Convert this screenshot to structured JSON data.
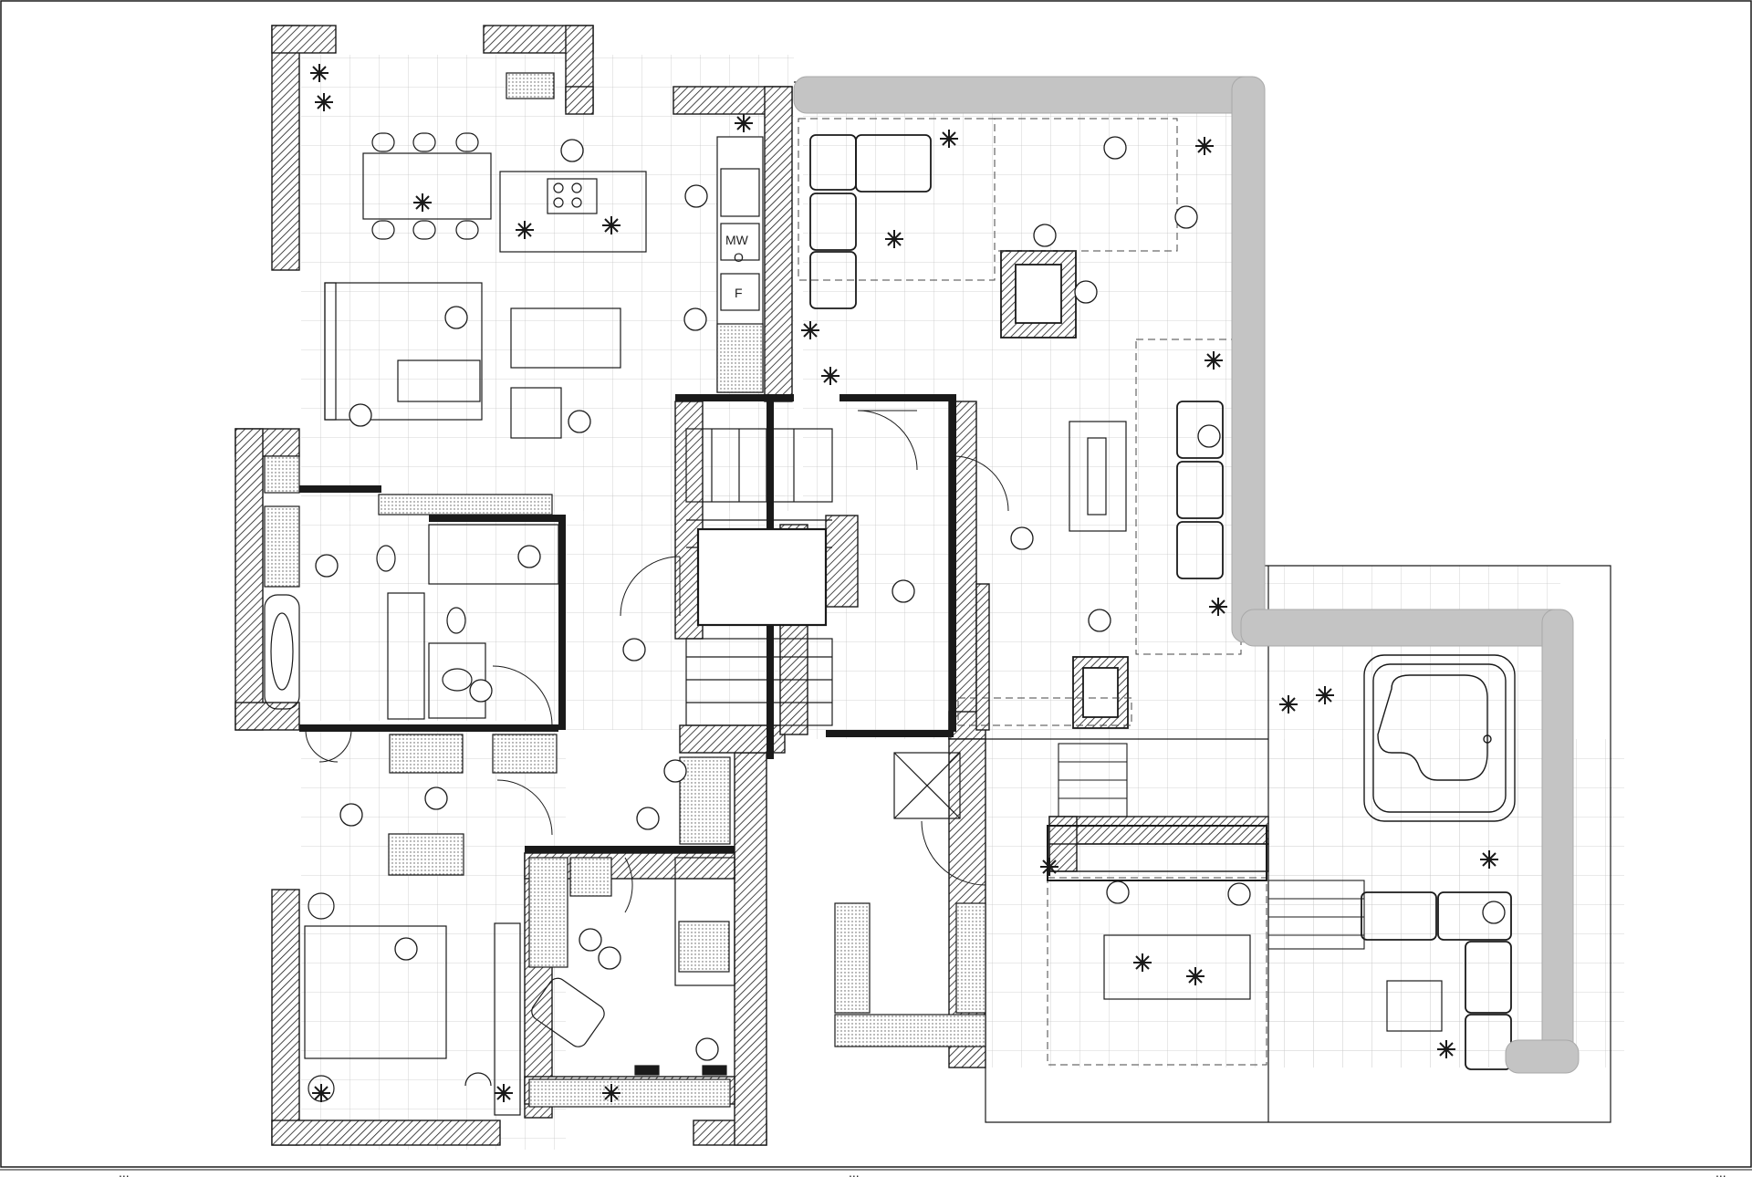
{
  "plan": {
    "appliance_labels": {
      "microwave": "MW",
      "oven": "O",
      "fridge": "F"
    },
    "footer": {
      "left": "...",
      "center": "...",
      "right": "..."
    },
    "colors": {
      "line": "#1a1a1a",
      "hatch": "#1a1a1a",
      "grid": "#bdbdbd",
      "dash": "#444444",
      "vegetation": "#c4c4c4",
      "stone_fill": "#e9e9e9",
      "background": "#ffffff"
    }
  }
}
